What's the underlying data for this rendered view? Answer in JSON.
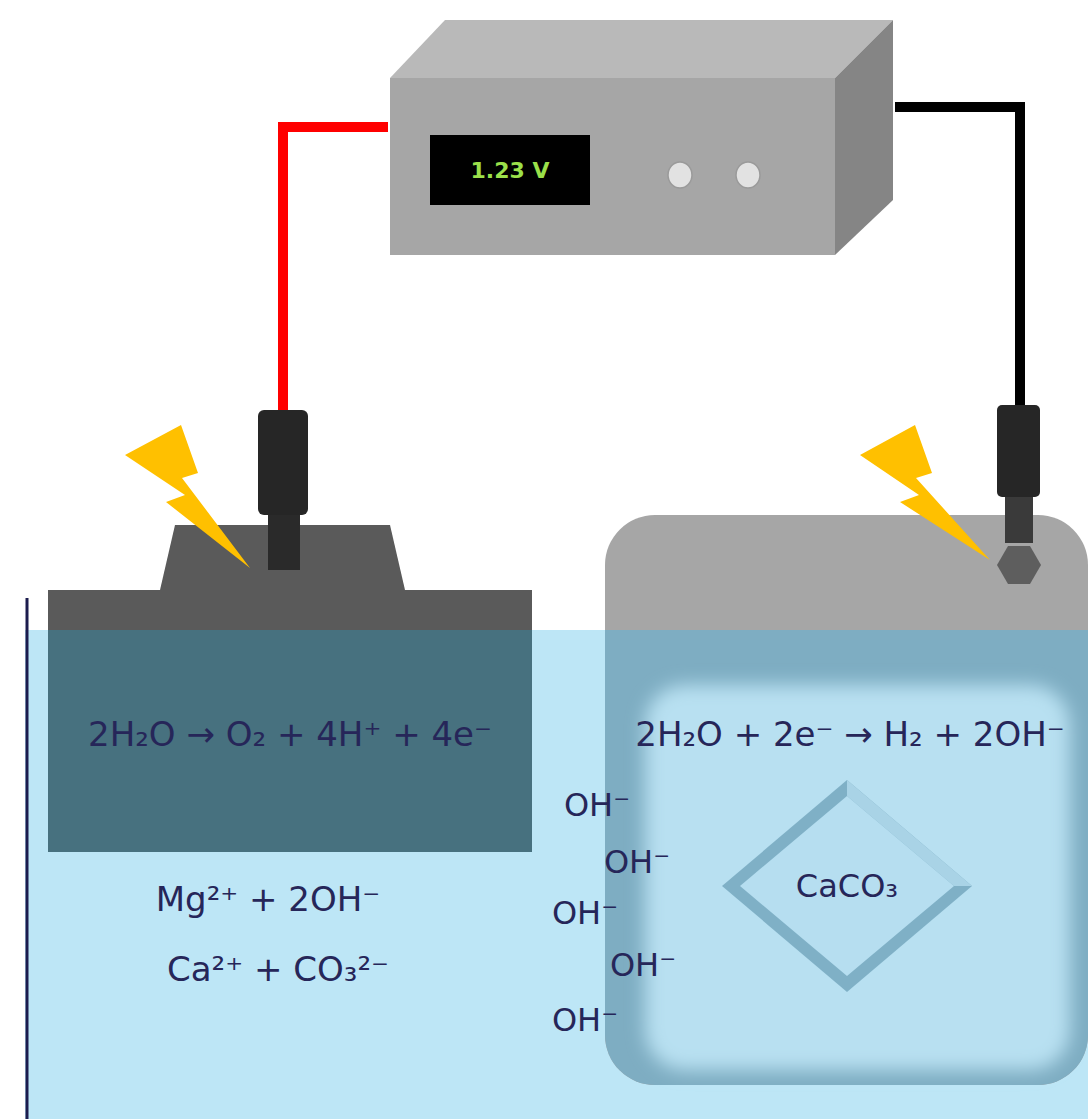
{
  "diagram": {
    "nodes": [
      {
        "text": [
          "1.23 V"
        ]
      },
      {
        "text": [
          "2H₂O → O₂ + 4H⁺ + 4e⁻"
        ]
      },
      {
        "text": [
          "2H₂O + 2e⁻ → H₂ + 2OH⁻"
        ]
      },
      {
        "text": [
          "CaCO₃"
        ],
        "in": 2
      }
    ],
    "edges": [
      {
        "from": 0,
        "to": 1,
        "arrow": "none"
      },
      {
        "from": 0,
        "to": 2,
        "arrow": "none"
      }
    ],
    "labels": [
      "Mg²⁺ + 2OH⁻",
      "Ca²⁺ + CO₃²⁻",
      "OH⁻",
      "OH⁻",
      "OH⁻",
      "OH⁻",
      "OH⁻"
    ]
  }
}
